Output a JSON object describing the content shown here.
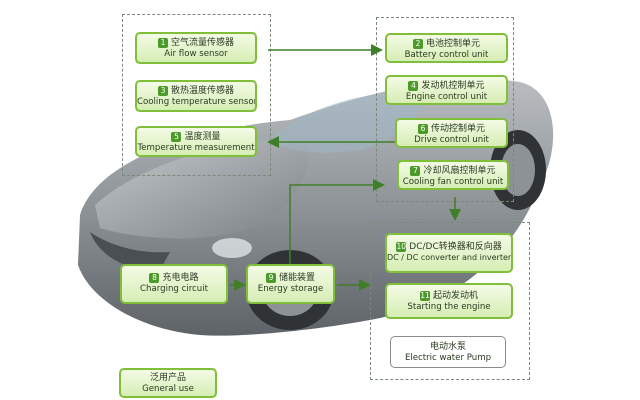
{
  "nodes": [
    {
      "id": "n1",
      "num": "1",
      "zh": "空气流量传感器",
      "en": "Air flow sensor"
    },
    {
      "id": "n2",
      "num": "2",
      "zh": "电池控制单元",
      "en": "Battery control unit"
    },
    {
      "id": "n3",
      "num": "3",
      "zh": "散热温度传感器",
      "en": "Cooling temperature sensor"
    },
    {
      "id": "n4",
      "num": "4",
      "zh": "发动机控制单元",
      "en": "Engine control unit"
    },
    {
      "id": "n5",
      "num": "5",
      "zh": "温度测量",
      "en": "Temperature measurement"
    },
    {
      "id": "n6",
      "num": "6",
      "zh": "传动控制单元",
      "en": "Drive control unit"
    },
    {
      "id": "n7",
      "num": "7",
      "zh": "冷却风扇控制单元",
      "en": "Cooling fan control unit"
    },
    {
      "id": "n8",
      "num": "8",
      "zh": "充电电路",
      "en": "Charging  circuit"
    },
    {
      "id": "n9",
      "num": "9",
      "zh": "储能装置",
      "en": "Energy storage"
    },
    {
      "id": "n10",
      "num": "10",
      "zh": "DC/DC转换器和反向器",
      "en": "DC / DC converter and inverter"
    },
    {
      "id": "n11",
      "num": "11",
      "zh": "起动发动机",
      "en": "Starting the engine"
    },
    {
      "id": "n12",
      "num": "",
      "zh": "电动水泵",
      "en": "Electric water Pump"
    },
    {
      "id": "n13",
      "num": "",
      "zh": "泛用产品",
      "en": "General use"
    }
  ],
  "colors": {
    "box_border": "#7fbf3a",
    "box_fill": "#d6edb4",
    "badge": "#4c9a2a",
    "arrow": "#3f7f28",
    "dashed": "#7a8a7a"
  }
}
